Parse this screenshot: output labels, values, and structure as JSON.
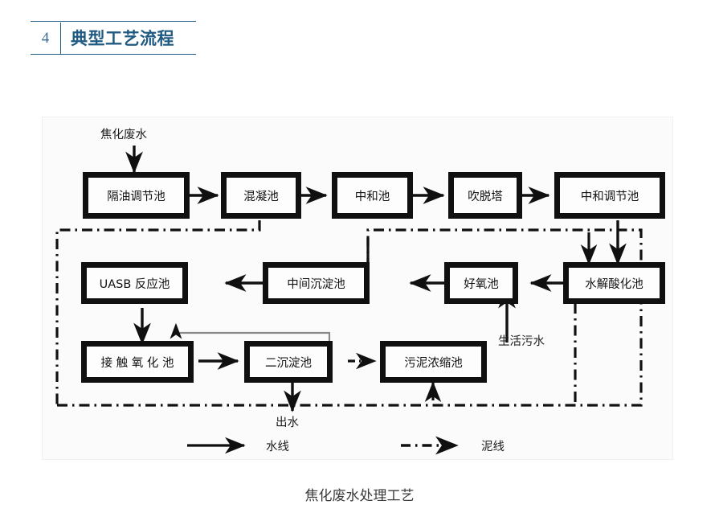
{
  "header": {
    "number": "4",
    "title": "典型工艺流程",
    "accent_color": "#1f5a82",
    "number_color": "#3d6e91"
  },
  "diagram": {
    "caption": "焦化废水处理工艺",
    "background_color": "#fbfbfb",
    "nodes": [
      {
        "id": "oil-separation-regulation-tank",
        "label": "隔油调节池"
      },
      {
        "id": "coagulation-tank",
        "label": "混凝池"
      },
      {
        "id": "neutralization-tank",
        "label": "中和池"
      },
      {
        "id": "stripping-tower",
        "label": "吹脱塔"
      },
      {
        "id": "neutralization-regulation-tank",
        "label": "中和调节池"
      },
      {
        "id": "hydrolysis-acidification-tank",
        "label": "水解酸化池"
      },
      {
        "id": "aerobic-tank",
        "label": "好氧池"
      },
      {
        "id": "intermediate-sedimentation-tank",
        "label": "中间沉淀池"
      },
      {
        "id": "uasb-reactor",
        "label": "UASB 反应池"
      },
      {
        "id": "contact-oxidation-tank",
        "label": "接 触 氧 化 池"
      },
      {
        "id": "secondary-sedimentation-tank",
        "label": "二沉淀池"
      },
      {
        "id": "sludge-thickening-tank",
        "label": "污泥浓缩池"
      }
    ],
    "flow_labels": [
      {
        "id": "influent",
        "label": "焦化废水"
      },
      {
        "id": "domestic-sewage",
        "label": "生活污水"
      },
      {
        "id": "effluent",
        "label": "出水"
      }
    ],
    "legend": [
      {
        "id": "water-line",
        "label": "水线",
        "style": "solid"
      },
      {
        "id": "sludge-line",
        "label": "泥线",
        "style": "dash-dot"
      }
    ]
  },
  "chart_data": {
    "type": "diagram",
    "title": "焦化废水处理工艺",
    "nodes": [
      "隔油调节池",
      "混凝池",
      "中和池",
      "吹脱塔",
      "中和调节池",
      "水解酸化池",
      "好氧池",
      "中间沉淀池",
      "UASB 反应池",
      "接 触 氧 化 池",
      "二沉淀池",
      "污泥浓缩池"
    ],
    "edges": [
      {
        "from": "焦化废水",
        "to": "隔油调节池",
        "line": "water"
      },
      {
        "from": "隔油调节池",
        "to": "混凝池",
        "line": "water"
      },
      {
        "from": "混凝池",
        "to": "中和池",
        "line": "water"
      },
      {
        "from": "中和池",
        "to": "吹脱塔",
        "line": "water"
      },
      {
        "from": "吹脱塔",
        "to": "中和调节池",
        "line": "water"
      },
      {
        "from": "中和调节池",
        "to": "水解酸化池",
        "line": "water"
      },
      {
        "from": "水解酸化池",
        "to": "好氧池",
        "line": "water"
      },
      {
        "from": "好氧池",
        "to": "中间沉淀池",
        "line": "water"
      },
      {
        "from": "中间沉淀池",
        "to": "UASB 反应池",
        "line": "water"
      },
      {
        "from": "UASB 反应池",
        "to": "接 触 氧 化 池",
        "line": "water"
      },
      {
        "from": "接 触 氧 化 池",
        "to": "二沉淀池",
        "line": "water"
      },
      {
        "from": "二沉淀池",
        "to": "出水",
        "line": "water"
      },
      {
        "from": "二沉淀池",
        "to": "接 触 氧 化 池",
        "line": "return"
      },
      {
        "from": "二沉淀池",
        "to": "污泥浓缩池",
        "line": "sludge"
      },
      {
        "from": "生活污水",
        "to": "好氧池",
        "line": "water"
      },
      {
        "from": "混凝池",
        "to": "隔油调节池",
        "line": "sludge"
      },
      {
        "from": "水解酸化池",
        "to": "污泥浓缩池",
        "line": "sludge"
      },
      {
        "from": "中间沉淀池",
        "to": "水解酸化池",
        "line": "sludge"
      }
    ],
    "legend": [
      "水线",
      "泥线"
    ]
  }
}
